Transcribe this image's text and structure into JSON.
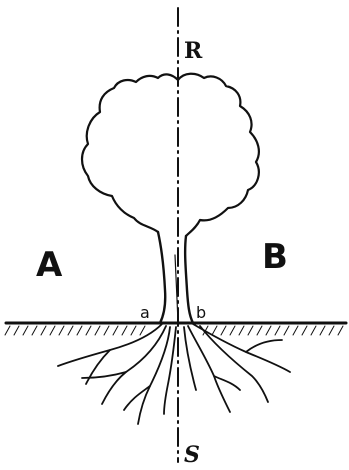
{
  "figure": {
    "labels": {
      "top": "R",
      "bottom": "S",
      "left_region": "A",
      "right_region": "B",
      "left_trunk": "a",
      "right_trunk": "b"
    },
    "colors": {
      "ink": "#111111",
      "background": "#ffffff"
    }
  }
}
